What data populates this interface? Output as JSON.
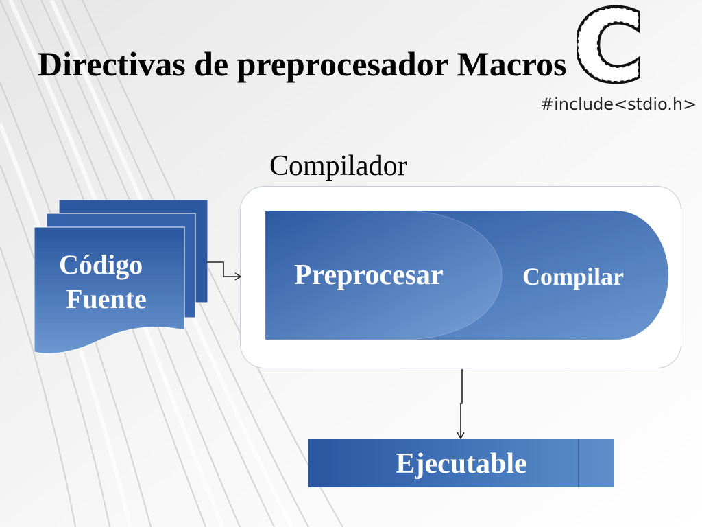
{
  "slide": {
    "title": "Directivas de preprocesador  Macros",
    "include_text": "#include<stdio.h>"
  },
  "logo": {
    "letter": "C",
    "icon": "c-language-logo"
  },
  "diagram": {
    "compiler_label": "Compilador",
    "source_line1": "Código",
    "source_line2": "Fuente",
    "preprocess_label": "Preprocesar",
    "compile_label": "Compilar",
    "executable_label": "Ejecutable"
  },
  "colors": {
    "shape_dark": "#2a56a0",
    "shape_light": "#6b98d0",
    "text_on_shape": "#ffffff",
    "title": "#000000"
  }
}
